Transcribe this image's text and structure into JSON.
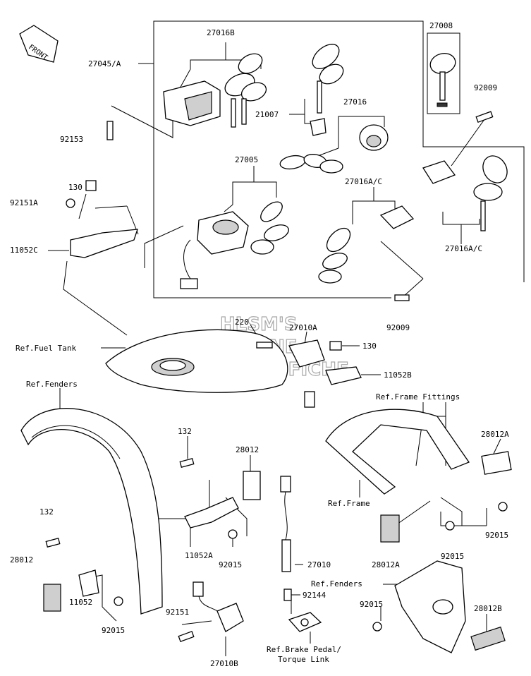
{
  "direction_label": "FRONT",
  "watermark": [
    "HLSM'S",
    "ONLINE",
    "MICROFICHE"
  ],
  "labels": {
    "p27045A": "27045/A",
    "p27016B": "27016B",
    "p27008": "27008",
    "p92009a": "92009",
    "p21007": "21007",
    "p27016": "27016",
    "p92153": "92153",
    "p27005": "27005",
    "p27016AC1": "27016A/C",
    "p27016AC2": "27016A/C",
    "p130a": "130",
    "p92151A": "92151A",
    "p11052C": "11052C",
    "p92009b": "92009",
    "p220": "220",
    "p27010A": "27010A",
    "p130b": "130",
    "p11052B": "11052B",
    "refFuelTank": "Ref.Fuel Tank",
    "refFenders1": "Ref.Fenders",
    "refFrameFittings": "Ref.Frame Fittings",
    "p132a": "132",
    "p28012": "28012",
    "p28012A1": "28012A",
    "refFrame": "Ref.Frame",
    "p132b": "132",
    "p11052A": "11052A",
    "p92015a": "92015",
    "p92015b": "92015",
    "p27010": "27010",
    "p28012A2": "28012A",
    "p92015c": "92015",
    "p28012b": "28012",
    "refFenders2": "Ref.Fenders",
    "p92144": "92144",
    "p11052": "11052",
    "p92015d": "92015",
    "p92015e": "92015",
    "p28012B": "28012B",
    "p92151": "92151",
    "refBrakePedal1": "Ref.Brake Pedal/",
    "refBrakePedal2": "Torque Link",
    "p27010B": "27010B"
  }
}
